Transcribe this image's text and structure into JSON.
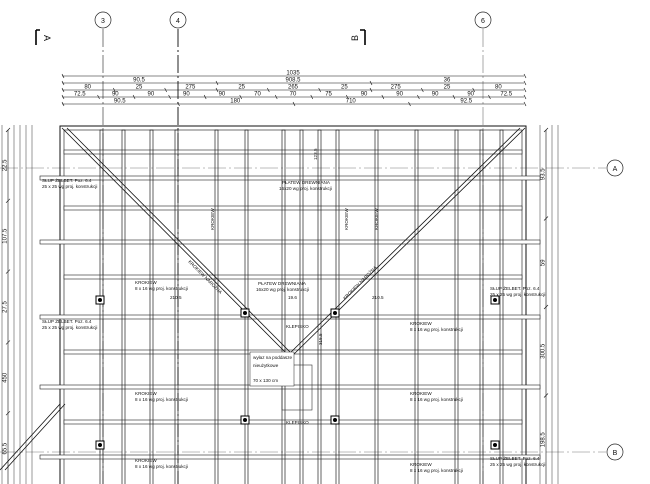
{
  "axes": {
    "columns": [
      "3",
      "4",
      "6"
    ],
    "rows": [
      "A",
      "B"
    ]
  },
  "sections": [
    "A",
    "B"
  ],
  "dimensions": {
    "row1": [
      "1035"
    ],
    "row2": [
      "90.5",
      "908.5",
      "36"
    ],
    "row3": [
      "80",
      "25",
      "275",
      "25",
      "265",
      "25",
      "275",
      "25",
      "80"
    ],
    "row4": [
      "72.5",
      "90",
      "90",
      "90",
      "90",
      "70",
      "70",
      "75",
      "90",
      "90",
      "90",
      "90",
      "72.5"
    ],
    "row5": [
      "90.5",
      "180",
      "710",
      "92.5"
    ],
    "side_left": [
      "22.5",
      "107.5",
      "27.5",
      "450",
      "65.5"
    ],
    "side_right": [
      "93.5",
      "59",
      "300.5",
      "198.5"
    ]
  },
  "labels": {
    "column_left": "SŁUP ŻELBET. Poz. 6.4",
    "column_left_spec": "25 x 25 wg proj. konstrukcji",
    "column_right": "SŁUP ŻELBET. Poz. 6.4",
    "column_right_spec": "25 x 25 wg proj. konstrukcji",
    "rafter": "KROKIEW",
    "rafter_spec": "8 x 16 wg proj. konstrukcji",
    "purlin": "PŁATEW DREWNIANA",
    "purlin_spec": "16x20 wg proj. konstrukcji",
    "purlin_dim": "19.6",
    "hip_rafter": "KROKIEW NAROŻNA",
    "valley": "KLEPISKO",
    "hatch": "wyłaz na poddasze",
    "hatch2": "nieużytkowe",
    "hatch_size": "70 x 130 cm",
    "mid_dim_left": "210.5",
    "mid_dim_right": "210.5",
    "vert_dim": "123.5",
    "vert_dim2": "315.5"
  }
}
